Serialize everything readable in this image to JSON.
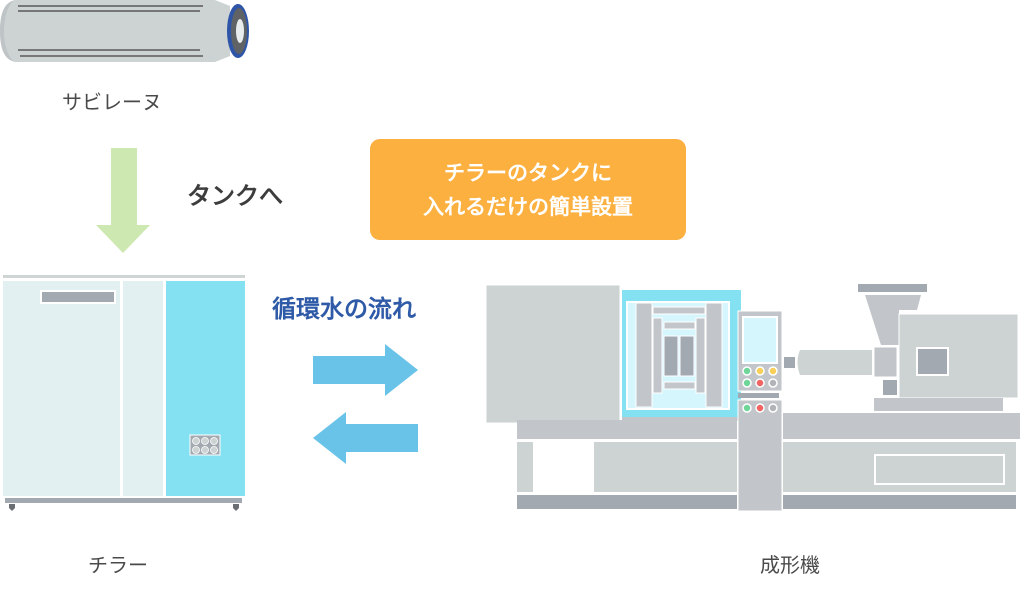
{
  "labels": {
    "filter": "サビレーヌ",
    "to_tank": "タンクへ",
    "circulation": "循環水の流れ",
    "chiller": "チラー",
    "molding_machine": "成形機"
  },
  "callout": {
    "line1": "チラーのタンクに",
    "line2": "入れるだけの簡単設置"
  },
  "colors": {
    "cyan": "#84e1f1",
    "arrow_blue": "#69c3e8",
    "arrow_green": "#cde8b0",
    "callout_orange": "#fbb040",
    "title_blue": "#2e5aa8"
  }
}
